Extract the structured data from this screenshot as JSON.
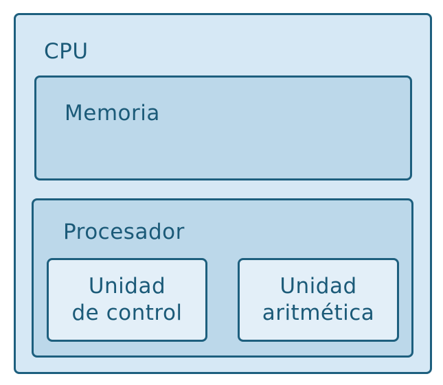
{
  "diagram": {
    "cpu": {
      "label": "CPU"
    },
    "memoria": {
      "label": "Memoria"
    },
    "procesador": {
      "label": "Procesador",
      "units": [
        {
          "line1": "Unidad",
          "line2": "de control"
        },
        {
          "line1": "Unidad",
          "line2": "aritmética"
        }
      ]
    },
    "colors": {
      "border": "#1d5f7e",
      "text": "#1b5a78",
      "outer_fill": "#d6e8f5",
      "inner_fill": "#bcd8ea",
      "unit_fill": "#e3eff8"
    }
  }
}
